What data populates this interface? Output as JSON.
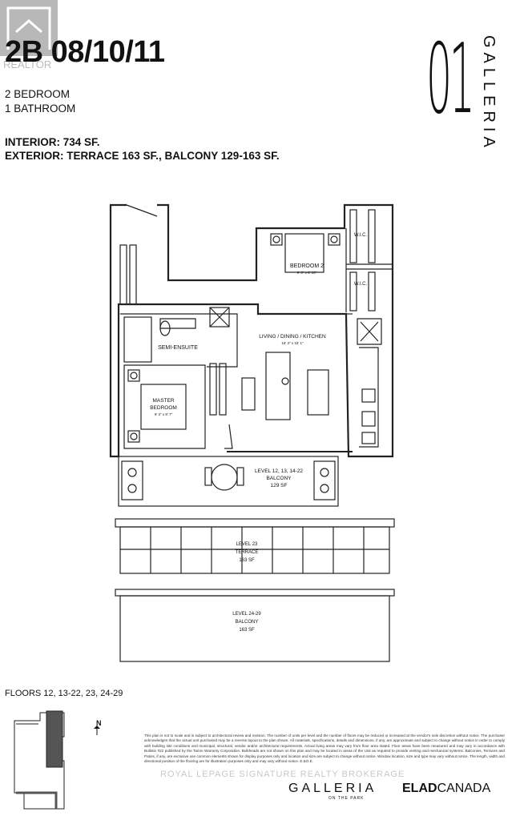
{
  "unit": {
    "title": "2B 08/10/11",
    "bedrooms": "2 BEDROOM",
    "bathrooms": "1 BATHROOM",
    "interior": "INTERIOR: 734 SF.",
    "exterior": "EXTERIOR: TERRACE 163 SF., BALCONY 129-163 SF."
  },
  "realtor_logo_text": "REALTOR",
  "brand": {
    "number": "01",
    "name": "GALLERIA"
  },
  "rooms": {
    "bedroom2": "BEDROOM 2",
    "bedroom2_dim": "9' 3\" x 8' 10\"",
    "wic1": "W.I.C.",
    "wic2": "W.I.C.",
    "living": "LIVING / DINING / KITCHEN",
    "living_dim": "16' 3\" x 15' 1\"",
    "semi_ensuite": "SEMI-ENSUITE",
    "master": "MASTER",
    "master2": "BEDROOM",
    "master_dim": "9' 3\" x 9' 7\"",
    "balcony1_l1": "LEVEL 12, 13, 14-22",
    "balcony1_l2": "BALCONY",
    "balcony1_l3": "129 SF",
    "terrace_l1": "LEVEL 23",
    "terrace_l2": "TERRACE",
    "terrace_l3": "163 SF",
    "balcony2_l1": "LEVEL 24-29",
    "balcony2_l2": "BALCONY",
    "balcony2_l3": "163 SF"
  },
  "floors_label": "FLOORS 12, 13-22, 23, 24-29",
  "north_label": "N",
  "disclaimer": "This plan is not to scale and is subject to architectural review and revision. The number of units per level and the number of floors may be reduced or increased at the vendor's sole discretion without notice. The purchaser acknowledges that the actual unit purchased may be a reverse layout to the plan shown. All materials, specifications, details and dimensions, if any, are approximate and subject to change without notice in order to comply with building site conditions and municipal, structural, vendor and/or architectural requirements. Actual living areas may vary from floor area stated. Floor areas have been measured and may vary in accordance with Bulletin #22 published by the Tarion Warranty Corporation. Bulkheads are not shown on this plan and may be located in areas of the Unit as required to provide venting and mechanical systems. Balconies, Terraces and Patios, if any, are exclusive use common elements shown for display purposes only and location and size are subject to change without notice. Window location, size and type may vary without notice. The length, width and directional position of the flooring are for illustration purposes only and may vary without notice. E.&O.E.",
  "watermark": "ROYAL LEPAGE SIGNATURE REALTY BROKERAGE",
  "footer": {
    "galleria": "GALLERIA",
    "galleria_sub": "ON THE PARK",
    "elad_bold": "ELAD",
    "elad_rest": "CANADA"
  }
}
